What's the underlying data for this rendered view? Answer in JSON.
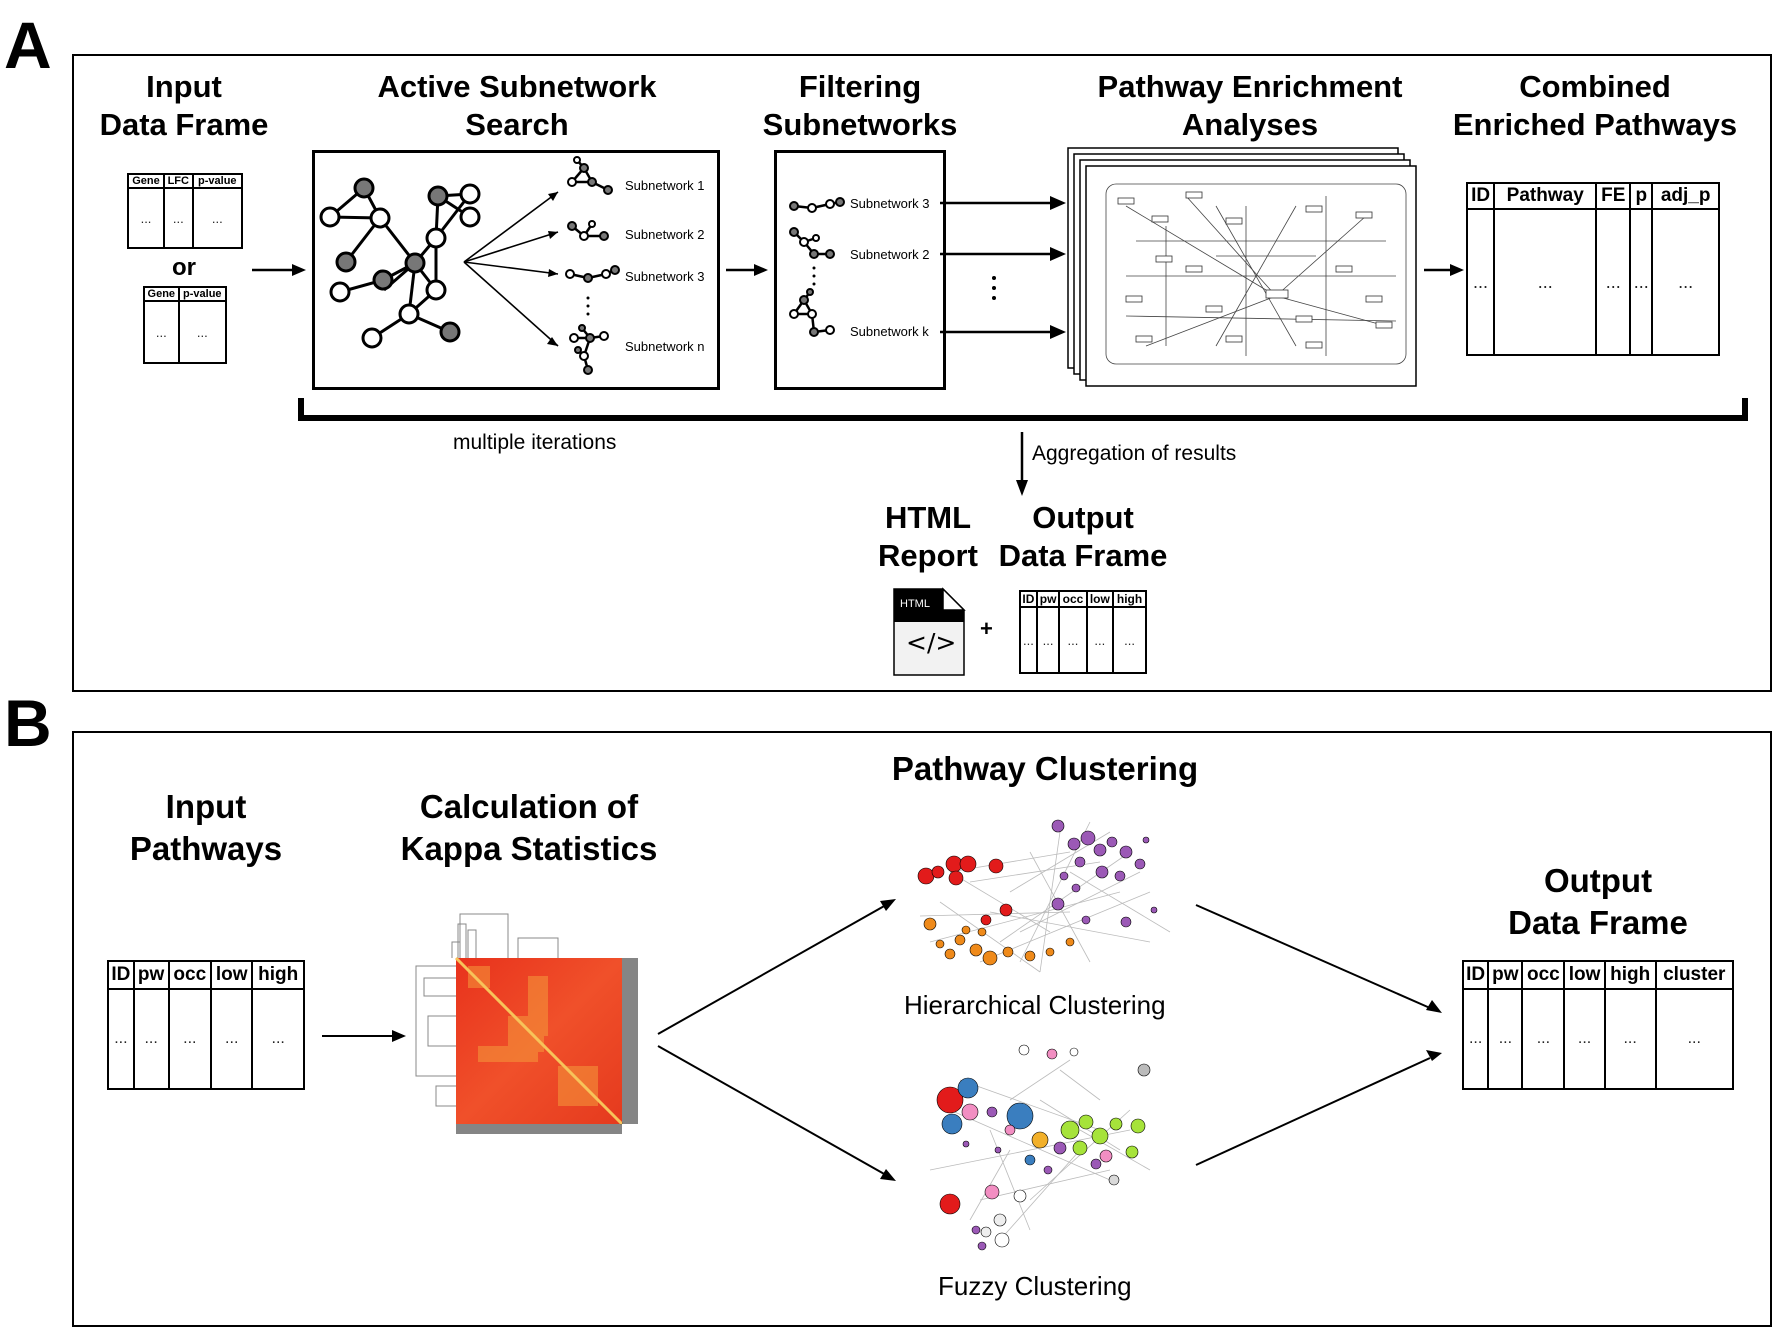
{
  "panel_a": {
    "letter": "A",
    "titles": {
      "input": "Input\nData Frame",
      "active": "Active Subnetwork\nSearch",
      "filtering": "Filtering\nSubnetworks",
      "enrichment": "Pathway Enrichment\nAnalyses",
      "combined": "Combined\nEnriched Pathways"
    },
    "input_table_1": {
      "headers": [
        "Gene",
        "LFC",
        "p-value"
      ],
      "cells": [
        "...",
        "...",
        "..."
      ]
    },
    "or_text": "or",
    "input_table_2": {
      "headers": [
        "Gene",
        "p-value"
      ],
      "cells": [
        "...",
        "..."
      ]
    },
    "active_subnetworks": [
      "Subnetwork 1",
      "Subnetwork 2",
      "Subnetwork 3",
      "Subnetwork n"
    ],
    "filtered_subnetworks": [
      "Subnetwork 3",
      "Subnetwork 2",
      "Subnetwork k"
    ],
    "combined_table": {
      "headers": [
        "ID",
        "Pathway",
        "FE",
        "p",
        "adj_p"
      ],
      "cells": [
        "...",
        "...",
        "...",
        "...",
        "..."
      ]
    },
    "multiple_iterations": "multiple iterations",
    "aggregation": "Aggregation of results",
    "html_report": "HTML\nReport",
    "output_df": "Output\nData Frame",
    "html_icon_text": "HTML",
    "code_glyph": "</>",
    "plus": "+",
    "output_table": {
      "headers": [
        "ID",
        "pw",
        "occ",
        "low",
        "high"
      ],
      "cells": [
        "...",
        "...",
        "...",
        "...",
        "..."
      ]
    }
  },
  "panel_b": {
    "letter": "B",
    "titles": {
      "input": "Input\nPathways",
      "kappa": "Calculation of\nKappa Statistics",
      "clustering": "Pathway Clustering",
      "output": "Output\nData Frame"
    },
    "input_table": {
      "headers": [
        "ID",
        "pw",
        "occ",
        "low",
        "high"
      ],
      "cells": [
        "...",
        "...",
        "...",
        "...",
        "..."
      ]
    },
    "hierarchical": "Hierarchical Clustering",
    "fuzzy": "Fuzzy Clustering",
    "output_table": {
      "headers": [
        "ID",
        "pw",
        "occ",
        "low",
        "high",
        "cluster"
      ],
      "cells": [
        "...",
        "...",
        "...",
        "...",
        "...",
        "..."
      ]
    }
  }
}
